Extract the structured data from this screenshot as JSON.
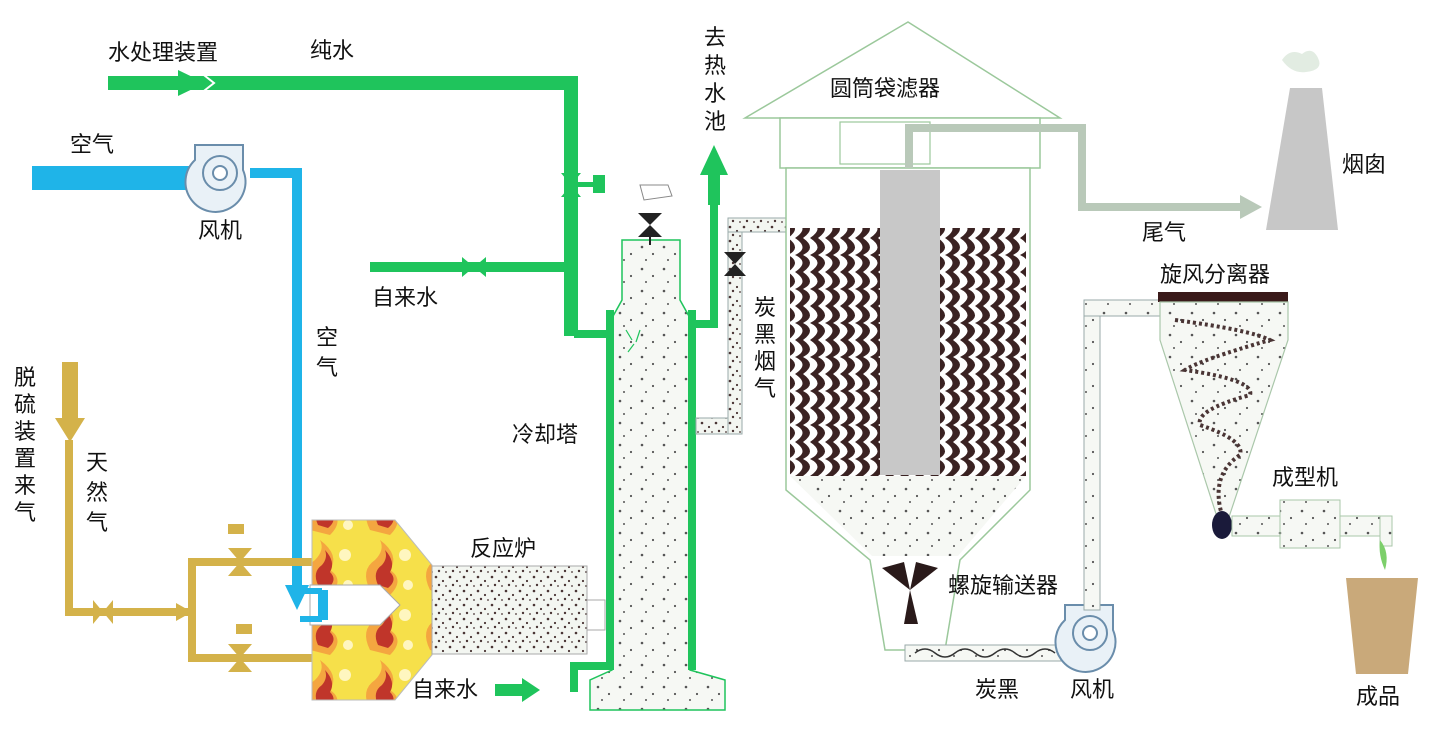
{
  "labels": {
    "water_treatment": "水处理装置",
    "pure_water": "纯水",
    "air_top": "空气",
    "fan_left": "风机",
    "tap_water_mid": "自来水",
    "air_vertical": "空气",
    "desulfur": "脱硫装置来气",
    "natural_gas": "天然气",
    "reactor": "反应炉",
    "tap_water_bottom": "自来水",
    "cooling_tower": "冷却塔",
    "heat_pool": "去热水池",
    "carbon_smoke": "炭黑烟气",
    "bag_filter": "圆筒袋滤器",
    "screw_conveyor": "螺旋输送器",
    "carbon_black": "炭黑",
    "fan_bottom": "风机",
    "tail_gas": "尾气",
    "chimney": "烟囱",
    "cyclone": "旋风分离器",
    "molding_machine": "成型机",
    "product": "成品"
  },
  "colors": {
    "water_green": "#1fc45c",
    "air_blue": "#1fb4e8",
    "gas_yellow": "#d4b24a",
    "tail_gray": "#b9c9b9",
    "flame_yellow": "#f6e04a",
    "flame_red": "#c0352a",
    "particle": "#4a3535",
    "filter_bag": "#3a2222",
    "chimney_gray": "#c7c7c7",
    "product_brown": "#c9a97a",
    "equipment_outline": "#1fc45c"
  },
  "icons": [
    "fan-icon",
    "valve-icon",
    "arrow-icon",
    "screw-blade-icon"
  ]
}
